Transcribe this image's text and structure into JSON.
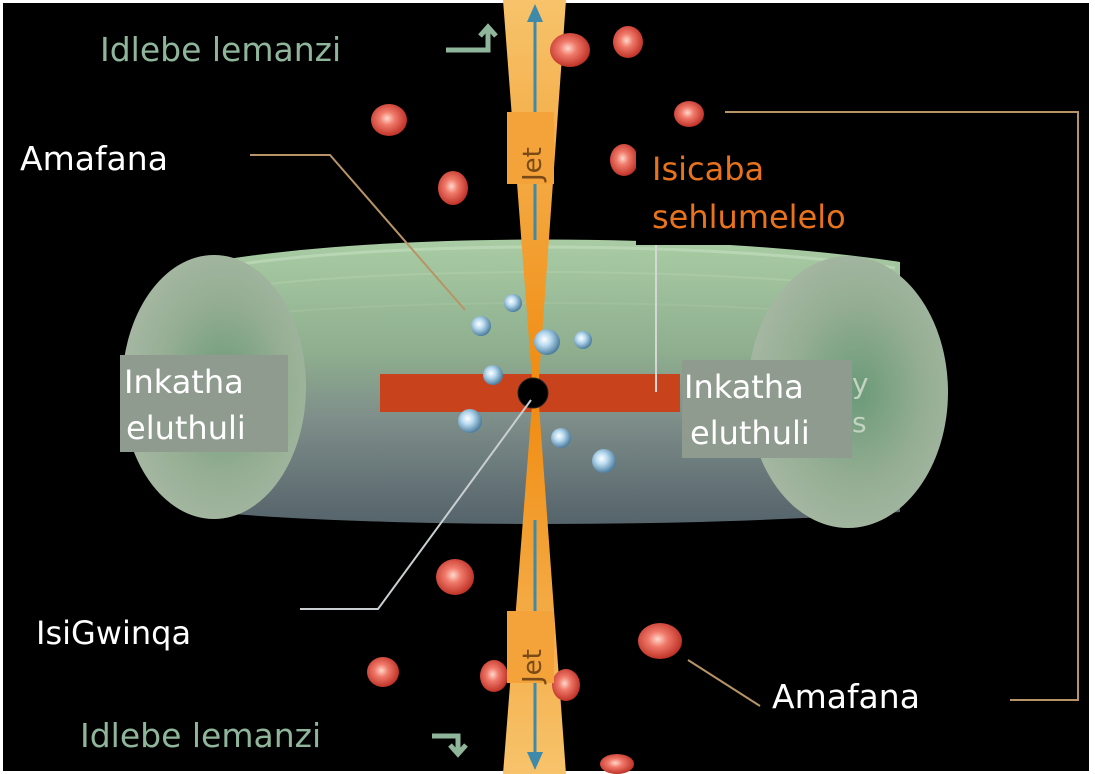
{
  "labels": {
    "top_left": "Idlebe lemanzi",
    "bottom_left": "Idlebe lemanzi",
    "amafana_top": "Amafana",
    "amafana_bottom": "Amafana",
    "region_line1": "Isicaba",
    "region_line2": "sehlumelelo",
    "left_torus_1": "Inkatha",
    "left_torus_2": "eluthuli",
    "right_torus_1": "Inkatha",
    "right_torus_2": "eluthuli",
    "center": "IsiGwinqa",
    "jet_top": "Jet",
    "jet_bottom": "Jet",
    "residual_y": "y",
    "residual_s": "s"
  },
  "colors": {
    "background": "#000000",
    "green_text": "#8fb59b",
    "orange_text": "#e8731c",
    "jet": "#f39a1a",
    "jet_label_bg": "#f4a23a",
    "jet_label_text": "#7a4a16",
    "torus_top": "#a7c9a2",
    "torus_side": "#8ea08c",
    "disk_band": "#c8431c",
    "leader_tan": "#b69465",
    "cloud_red": "#e8574a"
  }
}
